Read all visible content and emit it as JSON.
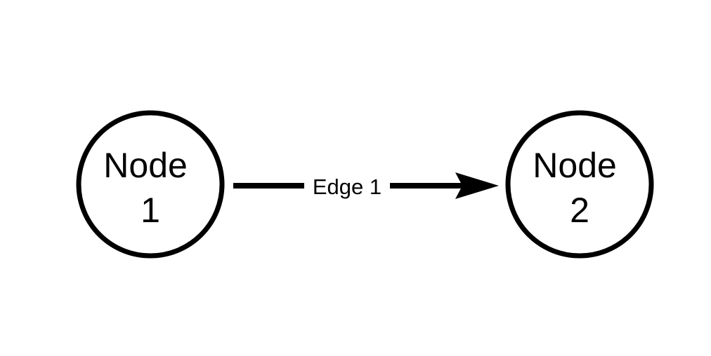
{
  "diagram": {
    "type": "directed-graph",
    "background_color": "#ffffff",
    "stroke_color": "#000000",
    "node_fill_color": "#ffffff",
    "text_color": "#000000",
    "nodes": [
      {
        "id": "node-1",
        "shape": "circle",
        "lines": [
          "Node",
          "1"
        ]
      },
      {
        "id": "node-2",
        "shape": "circle",
        "lines": [
          "Node",
          "2"
        ]
      }
    ],
    "edges": [
      {
        "id": "edge-1",
        "label": "Edge 1",
        "from": "node-1",
        "to": "node-2",
        "arrow_direction": "right"
      }
    ]
  }
}
